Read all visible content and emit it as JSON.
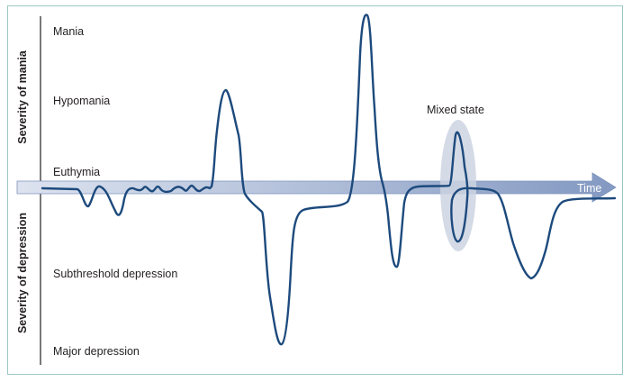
{
  "diagram": {
    "levels": {
      "mania": "Mania",
      "hypomania": "Hypomania",
      "euthymia": "Euthymia",
      "subthreshold": "Subthreshold depression",
      "major": "Major depression"
    },
    "axis": {
      "mania": "Severity of mania",
      "depression": "Severity of depression"
    },
    "time_label": "Time",
    "mixed_state_label": "Mixed state",
    "colors": {
      "curve": "#1d4a7d",
      "arrow": "#8fa3c6",
      "ellipse": "#cdd3e2",
      "frame": "#9cc7c4"
    }
  }
}
